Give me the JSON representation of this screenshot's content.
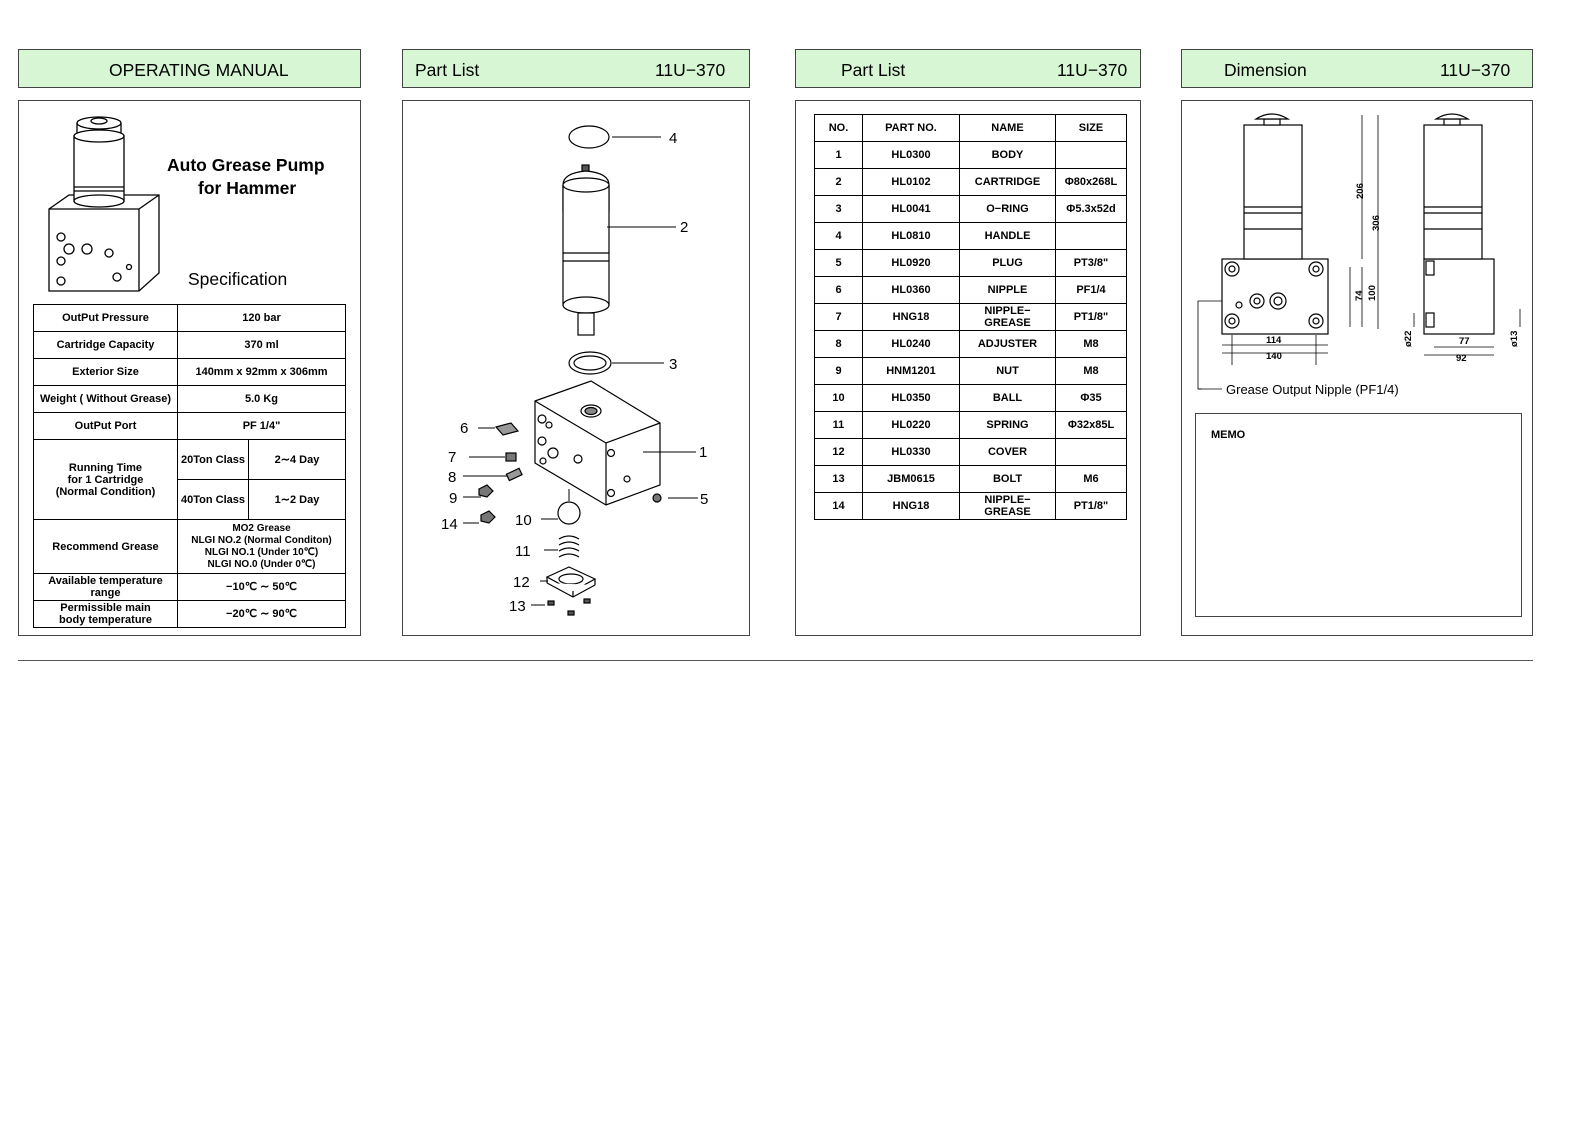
{
  "headers": {
    "manual": "OPERATING MANUAL",
    "partlist1_title": "Part List",
    "partlist1_model": "11U−370",
    "partlist2_title": "Part List",
    "partlist2_model": "11U−370",
    "dimension_title": "Dimension",
    "dimension_model": "11U−370"
  },
  "product": {
    "title_line1": "Auto Grease Pump",
    "title_line2": "for Hammer",
    "spec_heading": "Specification"
  },
  "spec": {
    "pressure_label": "OutPut Pressure",
    "pressure_value": "120 bar",
    "capacity_label": "Cartridge Capacity",
    "capacity_value": "370 ml",
    "size_label": "Exterior Size",
    "size_value": "140mm x 92mm x 306mm",
    "weight_label": "Weight ( Without Grease)",
    "weight_value": "5.0 Kg",
    "port_label": "OutPut Port",
    "port_value": "PF 1/4\"",
    "running_label_1": "Running Time",
    "running_label_2": "for 1 Cartridge",
    "running_label_3": "(Normal Condition)",
    "class20": "20Ton Class",
    "class20_value": "2∼4 Day",
    "class40": "40Ton Class",
    "class40_value": "1∼2 Day",
    "grease_label": "Recommend Grease",
    "grease_1": "MO2 Grease",
    "grease_2": "NLGI NO.2 (Normal Conditon)",
    "grease_3": "NLGI NO.1 (Under 10℃)",
    "grease_4": "NLGI NO.0 (Under 0℃)",
    "temp_label_1": "Available temperature",
    "temp_label_2": "range",
    "temp_value": "−10℃ ∼ 50℃",
    "body_temp_label_1": "Permissible main",
    "body_temp_label_2": "body temperature",
    "body_temp_value": "−20℃ ∼ 90℃"
  },
  "parts_table": {
    "headers": [
      "NO.",
      "PART NO.",
      "NAME",
      "SIZE"
    ],
    "rows": [
      [
        "1",
        "HL0300",
        "BODY",
        ""
      ],
      [
        "2",
        "HL0102",
        "CARTRIDGE",
        "Φ80x268L"
      ],
      [
        "3",
        "HL0041",
        "O−RING",
        "Φ5.3x52d"
      ],
      [
        "4",
        "HL0810",
        "HANDLE",
        ""
      ],
      [
        "5",
        "HL0920",
        "PLUG",
        "PT3/8\""
      ],
      [
        "6",
        "HL0360",
        "NIPPLE",
        "PF1/4"
      ],
      [
        "7",
        "HNG18",
        "NIPPLE−\nGREASE",
        "PT1/8\""
      ],
      [
        "8",
        "HL0240",
        "ADJUSTER",
        "M8"
      ],
      [
        "9",
        "HNM1201",
        "NUT",
        "M8"
      ],
      [
        "10",
        "HL0350",
        "BALL",
        "Φ35"
      ],
      [
        "11",
        "HL0220",
        "SPRING",
        "Φ32x85L"
      ],
      [
        "12",
        "HL0330",
        "COVER",
        ""
      ],
      [
        "13",
        "JBM0615",
        "BOLT",
        "M6"
      ],
      [
        "14",
        "HNG18",
        "NIPPLE−\nGREASE",
        "PT1/8\""
      ]
    ]
  },
  "exploded_labels": {
    "l1": "1",
    "l2": "2",
    "l3": "3",
    "l4": "4",
    "l5": "5",
    "l6": "6",
    "l7": "7",
    "l8": "8",
    "l9": "9",
    "l10": "10",
    "l11": "11",
    "l12": "12",
    "l13": "13",
    "l14": "14"
  },
  "dimension": {
    "d206": "206",
    "d306": "306",
    "d74": "74",
    "d100": "100",
    "d114": "114",
    "d140": "140",
    "d77": "77",
    "d92": "92",
    "d22": "ø22",
    "d13": "ø13",
    "nipple_note": "Grease Output Nipple (PF1/4)",
    "memo": "MEMO"
  }
}
